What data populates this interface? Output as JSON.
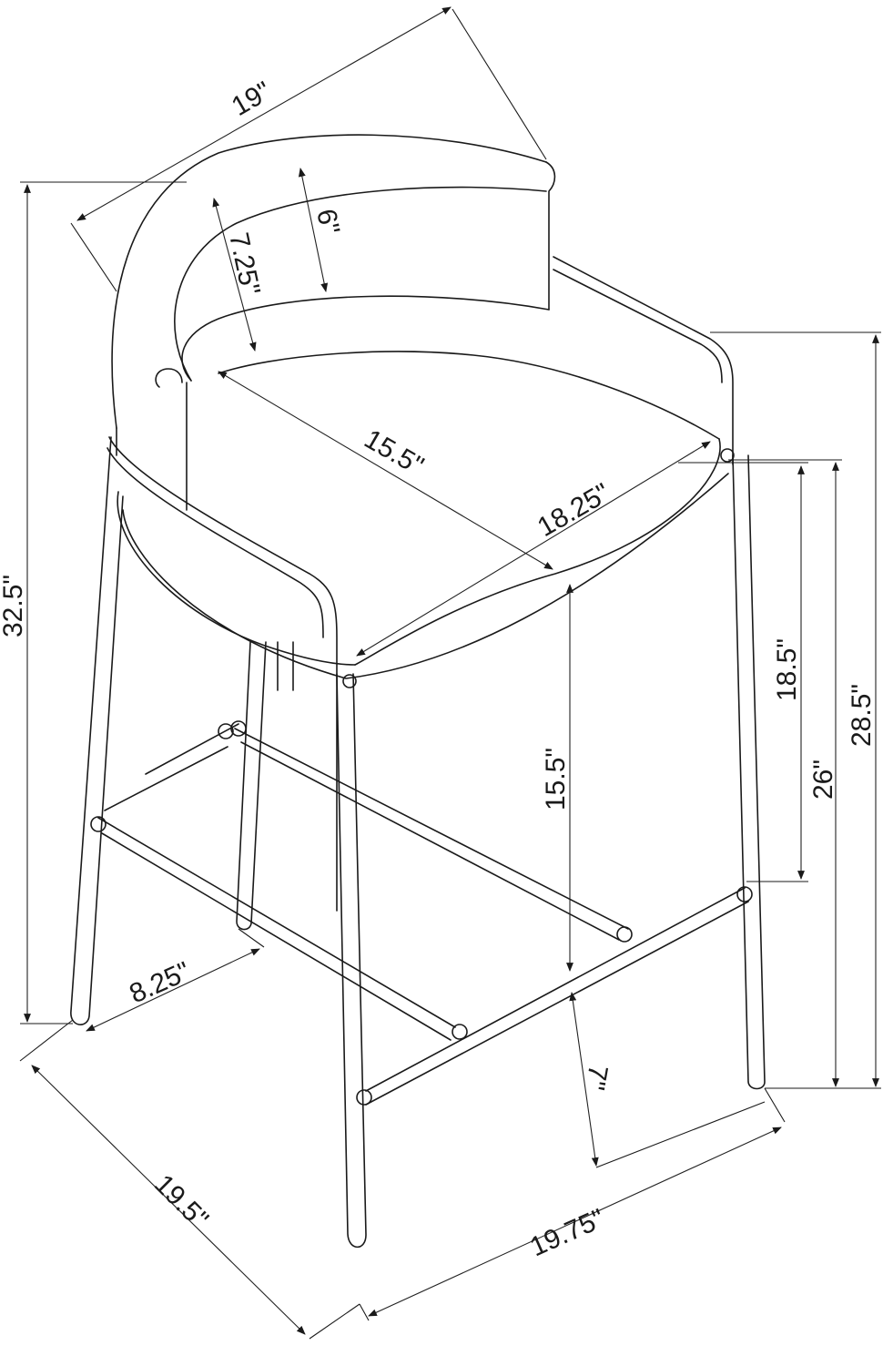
{
  "diagram": {
    "dimensions": {
      "back_width": "19\"",
      "back_height": "6\"",
      "back_depth": "7.25\"",
      "seat_width": "15.5\"",
      "seat_depth": "18.25\"",
      "total_height": "32.5\"",
      "seat_to_footrest": "15.5\"",
      "armrest_to_footrest": "18.5\"",
      "seat_height": "26\"",
      "arm_height": "28.5\"",
      "footrest_height": "7\"",
      "leg_spacing": "8.25\"",
      "base_depth": "19.5\"",
      "base_width": "19.75\""
    }
  }
}
